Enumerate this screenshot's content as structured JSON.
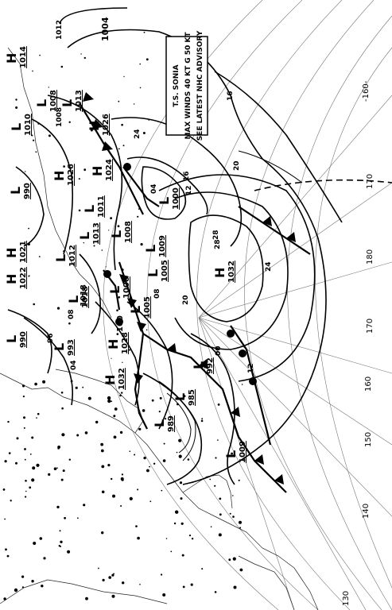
{
  "advisory": {
    "line1": "T.S. SONIA",
    "line2": "MAX WINDS 40 KT G 50 KT",
    "line3": "SEE LATEST NHC ADVISORY"
  },
  "longitude_labels": [
    "-160-",
    "170",
    "180",
    "170",
    "160",
    "150",
    "140",
    "130"
  ],
  "isobar_labels": [
    "1004",
    "1008",
    "1012",
    "16",
    "20",
    "24",
    "28",
    "08",
    "12"
  ],
  "pressure_centers": [
    {
      "type": "H",
      "value": "1014"
    },
    {
      "type": "L",
      "value": "1008"
    },
    {
      "type": "L",
      "value": "1013"
    },
    {
      "type": "H",
      "value": "1026"
    },
    {
      "type": "H",
      "value": "1024"
    },
    {
      "type": "L",
      "value": "1000"
    },
    {
      "type": "H",
      "value": "1032"
    },
    {
      "type": "L",
      "value": "1009"
    },
    {
      "type": "L",
      "value": "1005"
    },
    {
      "type": "L",
      "value": "1006"
    },
    {
      "type": "L",
      "value": "1005"
    },
    {
      "type": "L",
      "value": "1008"
    },
    {
      "type": "L",
      "value": "1011"
    },
    {
      "type": "L",
      "value": "1013"
    },
    {
      "type": "L",
      "value": "1012"
    },
    {
      "type": "H",
      "value": "1026"
    },
    {
      "type": "H",
      "value": "1021"
    },
    {
      "type": "H",
      "value": "1022"
    },
    {
      "type": "L",
      "value": "990"
    },
    {
      "type": "L",
      "value": "1010"
    },
    {
      "type": "L",
      "value": "990"
    },
    {
      "type": "L",
      "value": "993"
    },
    {
      "type": "H",
      "value": "1028"
    },
    {
      "type": "H",
      "value": "1032"
    },
    {
      "type": "L",
      "value": "992"
    },
    {
      "type": "L",
      "value": "985"
    },
    {
      "type": "L",
      "value": "989"
    },
    {
      "type": "L",
      "value": "1009"
    },
    {
      "type": "L",
      "value": "1018"
    }
  ],
  "misc_labels": [
    "100",
    "1018",
    "96",
    "04",
    "00",
    "04",
    "08",
    "12",
    "16",
    "20",
    "24",
    "28"
  ]
}
